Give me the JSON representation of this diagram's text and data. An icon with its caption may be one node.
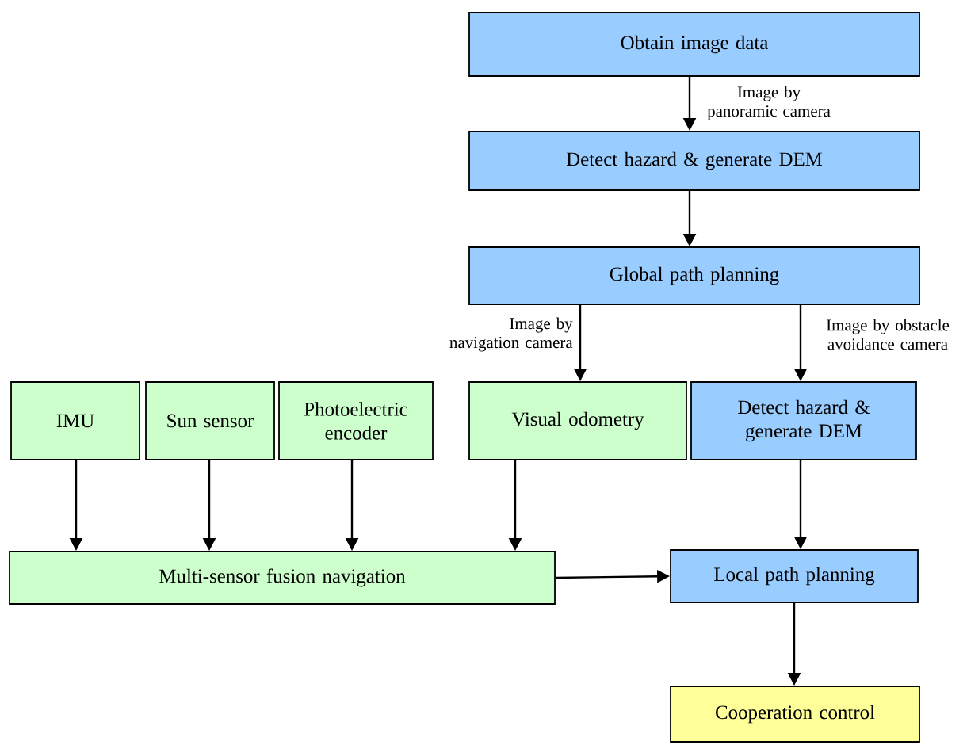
{
  "diagram": {
    "nodes": [
      {
        "text": [
          "Obtain image data"
        ]
      },
      {
        "text": [
          "Detect hazard & generate DEM"
        ]
      },
      {
        "text": [
          "Global path planning"
        ]
      },
      {
        "text": [
          "IMU"
        ]
      },
      {
        "text": [
          "Sun sensor"
        ]
      },
      {
        "text": [
          "Photoelectric encoder"
        ]
      },
      {
        "text": [
          "Visual odometry"
        ]
      },
      {
        "text": [
          "Detect hazard & generate DEM"
        ]
      },
      {
        "text": [
          "Multi-sensor fusion navigation"
        ]
      },
      {
        "text": [
          "Local path planning"
        ]
      },
      {
        "text": [
          "Cooperation control"
        ]
      }
    ],
    "edges": [
      {
        "from": 0,
        "to": 1,
        "arrow": "to",
        "label": "Image by panoramic camera"
      },
      {
        "from": 1,
        "to": 2,
        "arrow": "to"
      },
      {
        "from": 2,
        "to": 6,
        "arrow": "to",
        "label": "Image by navigation camera"
      },
      {
        "from": 2,
        "to": 7,
        "arrow": "to",
        "label": "Image by obstacle avoidance camera"
      },
      {
        "from": 3,
        "to": 8,
        "arrow": "to"
      },
      {
        "from": 4,
        "to": 8,
        "arrow": "to"
      },
      {
        "from": 5,
        "to": 8,
        "arrow": "to"
      },
      {
        "from": 6,
        "to": 8,
        "arrow": "to"
      },
      {
        "from": 7,
        "to": 9,
        "arrow": "to"
      },
      {
        "from": 8,
        "to": 9,
        "arrow": "to"
      },
      {
        "from": 9,
        "to": 10,
        "arrow": "to"
      }
    ]
  }
}
